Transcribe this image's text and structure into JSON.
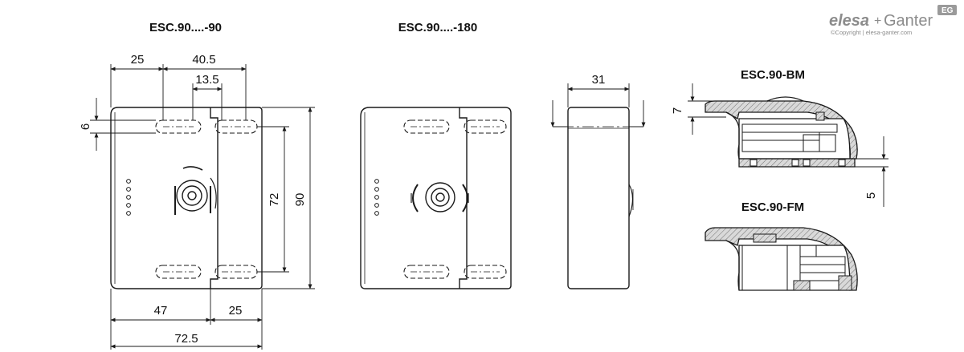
{
  "brand": {
    "name_part1": "elesa",
    "plus": "+",
    "name_part2": "Ganter",
    "copyright": "©Copyright | elesa-ganter.com",
    "badge": "EG"
  },
  "views": {
    "view_90": {
      "title": "ESC.90....-90"
    },
    "view_180": {
      "title": "ESC.90....-180"
    },
    "side": {},
    "bm": {
      "title": "ESC.90-BM"
    },
    "fm": {
      "title": "ESC.90-FM"
    }
  },
  "dimensions": {
    "top_left": "25",
    "top_right": "40.5",
    "inner": "13.5",
    "slot_offset": "6",
    "inner_height": "72",
    "total_height": "90",
    "bottom_left": "47",
    "bottom_right": "25",
    "total_width": "72.5",
    "depth": "31",
    "bm_height": "7",
    "bm_offset": "5"
  },
  "colors": {
    "line": "#1a1a1a",
    "hatch_fill": "#d9d9d9",
    "logo_gray": "#8c8c8c"
  }
}
